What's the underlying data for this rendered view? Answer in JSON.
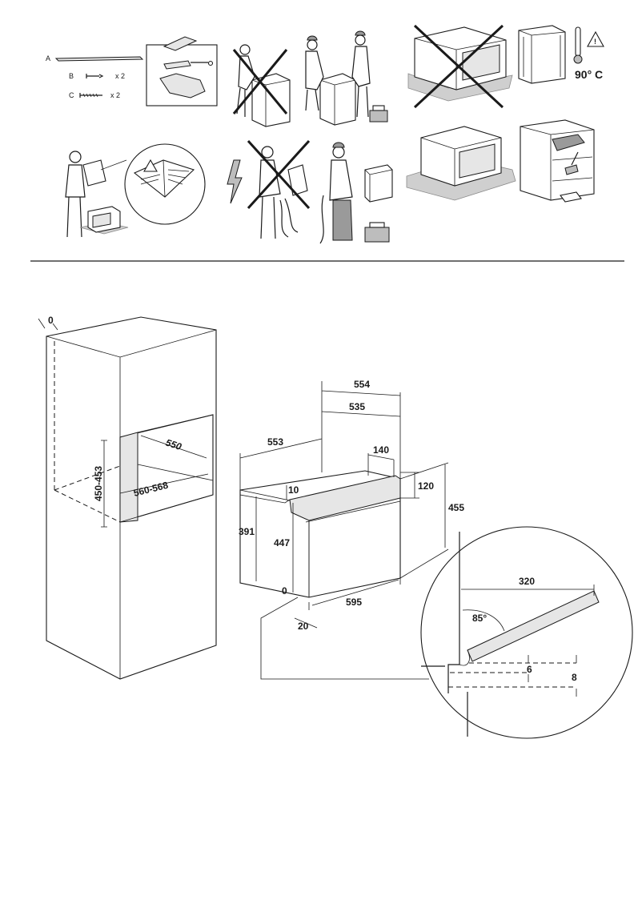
{
  "parts": {
    "a_label": "A",
    "b_label": "B",
    "b_qty": "x 2",
    "c_label": "C",
    "c_qty": "x 2"
  },
  "warning": {
    "temperature": "90° C"
  },
  "niche": {
    "top_gap": "0",
    "depth": "550",
    "width": "560-568",
    "height": "450-453"
  },
  "oven": {
    "total_depth": "554",
    "depth_535": "535",
    "side_553": "553",
    "top_140": "140",
    "dim_120": "120",
    "dim_10": "10",
    "height_455": "455",
    "dim_391": "391",
    "dim_447": "447",
    "bottom_0": "0",
    "width_595": "595",
    "dim_20": "20"
  },
  "detail": {
    "width_320": "320",
    "angle": "85°",
    "gap_6": "6",
    "gap_8": "8"
  }
}
